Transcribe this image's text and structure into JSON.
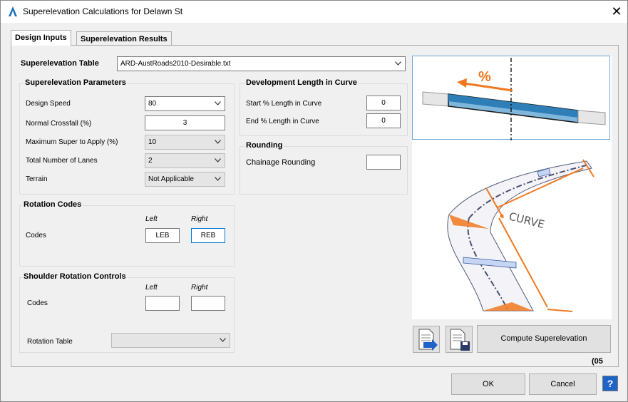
{
  "window": {
    "title": "Superelevation Calculations for Delawn St",
    "close_glyph": "✕"
  },
  "tabs": [
    {
      "label": "Design Inputs",
      "active": true
    },
    {
      "label": "Superelevation Results",
      "active": false
    }
  ],
  "superelevation_table": {
    "label": "Superelevation Table",
    "value": "ARD-AustRoads2010-Desirable.txt"
  },
  "params": {
    "title": "Superelevation Parameters",
    "design_speed": {
      "label": "Design Speed",
      "value": "80"
    },
    "normal_crossfall": {
      "label": "Normal Crossfall (%)",
      "value": "3"
    },
    "max_super": {
      "label": "Maximum Super to Apply (%)",
      "value": "10"
    },
    "total_lanes": {
      "label": "Total Number of Lanes",
      "value": "2"
    },
    "terrain": {
      "label": "Terrain",
      "value": "Not Applicable"
    }
  },
  "development": {
    "title": "Development Length in Curve",
    "start": {
      "label": "Start % Length in Curve",
      "value": "0"
    },
    "end": {
      "label": "End % Length in Curve",
      "value": "0"
    }
  },
  "rounding": {
    "title": "Rounding",
    "chainage": {
      "label": "Chainage Rounding",
      "value": ""
    }
  },
  "rotation_codes": {
    "title": "Rotation Codes",
    "left_label": "Left",
    "right_label": "Right",
    "codes_label": "Codes",
    "left_value": "LEB",
    "right_value": "REB"
  },
  "shoulder": {
    "title": "Shoulder Rotation Controls",
    "left_label": "Left",
    "right_label": "Right",
    "codes_label": "Codes",
    "left_value": "",
    "right_value": "",
    "rotation_table_label": "Rotation Table",
    "rotation_table_value": ""
  },
  "illustration": {
    "percent_text": "%",
    "curve_text": "CURVE"
  },
  "actions": {
    "compute": "Compute Superelevation",
    "status_code": "(05",
    "ok": "OK",
    "cancel": "Cancel",
    "help": "?"
  },
  "colors": {
    "accent_orange": "#f07820",
    "road_blue": "#5aa0d0",
    "focus_blue": "#0078d7"
  }
}
